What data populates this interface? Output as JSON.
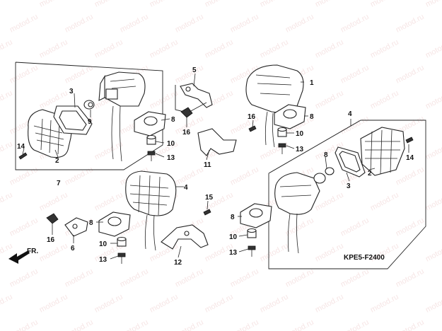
{
  "diagram": {
    "code": "KPE5-F2400",
    "direction_label": "FR.",
    "watermark": "motod.ru",
    "callouts": {
      "c1": "1",
      "c2a": "2",
      "c2b": "2",
      "c3a": "3",
      "c3b": "3",
      "c4a": "4",
      "c4b": "4",
      "c5": "5",
      "c6": "6",
      "c7": "7",
      "c8a": "8",
      "c8b": "8",
      "c8c": "8",
      "c8d": "8",
      "c8e": "8",
      "c9": "9",
      "c10a": "10",
      "c10b": "10",
      "c10c": "10",
      "c10d": "10",
      "c11": "11",
      "c12": "12",
      "c13a": "13",
      "c13b": "13",
      "c13c": "13",
      "c13d": "13",
      "c14a": "14",
      "c14b": "14",
      "c15": "15",
      "c16a": "16",
      "c16b": "16",
      "c16c": "16"
    }
  }
}
